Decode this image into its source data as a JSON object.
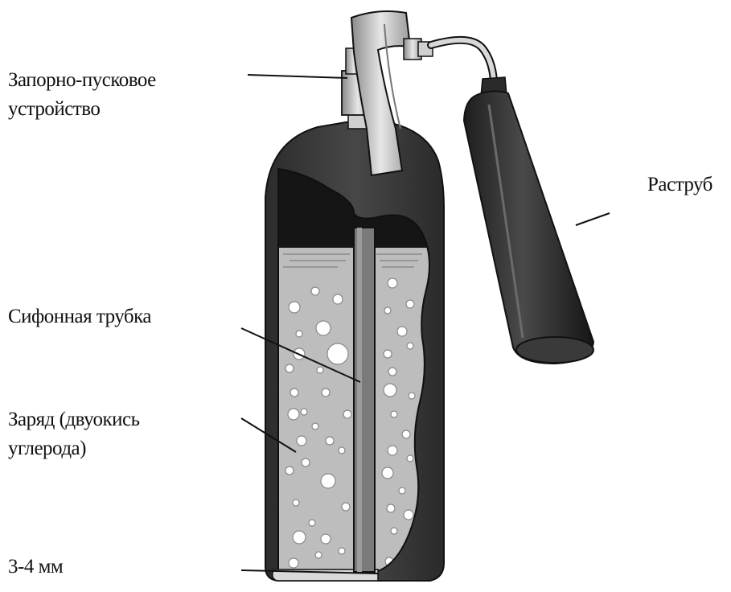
{
  "labels": {
    "valve": [
      "Запорно-пусковое",
      "устройство"
    ],
    "horn": "Раструб",
    "siphon": "Сифонная трубка",
    "charge": [
      "Заряд (двуокись",
      "углерода)"
    ],
    "wall": "3-4 мм"
  },
  "colors": {
    "background": "#ffffff",
    "body": "#3a3a3a",
    "gas_space": "#1a1a1a",
    "liquid": "#bdbdbd",
    "bubbles": "#ffffff",
    "valve": "#d8d8d8",
    "horn": "#2a2a2a",
    "line": "#111111"
  }
}
